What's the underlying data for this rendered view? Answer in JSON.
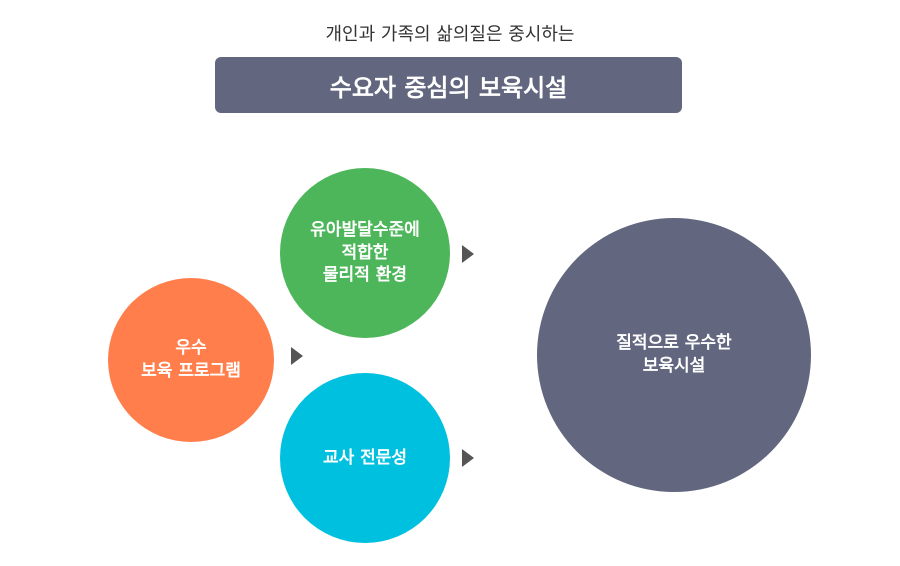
{
  "subtitle": "개인과 가족의 삶의질은 중시하는",
  "title": "수요자 중심의 보육시설",
  "nodes": {
    "program": {
      "lines": [
        "우수",
        "보육 프로그램"
      ],
      "color": "#ff7e4c"
    },
    "environment": {
      "lines": [
        "유아발달수준에",
        "적합한",
        "물리적 환경"
      ],
      "color": "#4db65a"
    },
    "teacher": {
      "lines": [
        "교사 전문성"
      ],
      "color": "#00c0e0"
    },
    "result": {
      "lines": [
        "질적으로 우수한",
        "보육시설"
      ],
      "color": "#62677f"
    }
  }
}
